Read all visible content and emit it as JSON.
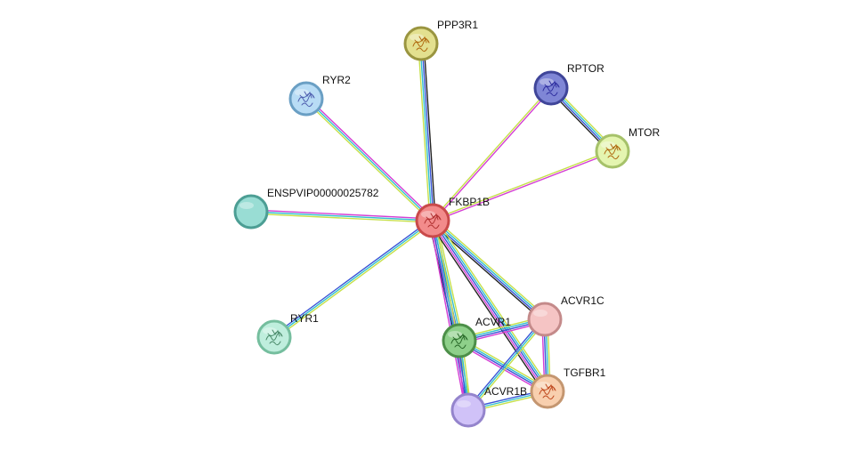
{
  "network": {
    "nodes": [
      {
        "id": "FKBP1B",
        "label": "FKBP1B",
        "fill": "#f28b8b",
        "ring": "#c94a4a",
        "has_structure": true,
        "glyph_color": "#b03030"
      },
      {
        "id": "PPP3R1",
        "label": "PPP3R1",
        "fill": "#e3e08f",
        "ring": "#9a9540",
        "has_structure": true,
        "glyph_color": "#b06a10"
      },
      {
        "id": "RYR2",
        "label": "RYR2",
        "fill": "#b8dcf5",
        "ring": "#6a9fc4",
        "has_structure": true,
        "glyph_color": "#5060b0"
      },
      {
        "id": "RPTOR",
        "label": "RPTOR",
        "fill": "#7f86d6",
        "ring": "#3f4599",
        "has_structure": true,
        "glyph_color": "#3030a0"
      },
      {
        "id": "MTOR",
        "label": "MTOR",
        "fill": "#e4f5b0",
        "ring": "#a6c26a",
        "has_structure": true,
        "glyph_color": "#b06a10"
      },
      {
        "id": "ENSPVIP00000025782",
        "label": "ENSPVIP00000025782",
        "fill": "#99ddd4",
        "ring": "#4c9e94",
        "has_structure": false,
        "glyph_color": ""
      },
      {
        "id": "RYR1",
        "label": "RYR1",
        "fill": "#bfeedd",
        "ring": "#75be9e",
        "has_structure": true,
        "glyph_color": "#4a8a6a"
      },
      {
        "id": "ACVR1C",
        "label": "ACVR1C",
        "fill": "#f5c4c4",
        "ring": "#c48a8a",
        "has_structure": false,
        "glyph_color": ""
      },
      {
        "id": "ACVR1",
        "label": "ACVR1",
        "fill": "#8ed08a",
        "ring": "#4c8f48",
        "has_structure": true,
        "glyph_color": "#2a6a2a"
      },
      {
        "id": "TGFBR1",
        "label": "TGFBR1",
        "fill": "#f8cfae",
        "ring": "#c49670",
        "has_structure": true,
        "glyph_color": "#c04a20"
      },
      {
        "id": "ACVR1B",
        "label": "ACVR1B",
        "fill": "#d0c2f8",
        "ring": "#9484cc",
        "has_structure": false,
        "glyph_color": ""
      }
    ],
    "edges": [
      {
        "source": "FKBP1B",
        "target": "PPP3R1",
        "colors": [
          "#c6e04a",
          "#33bfcf",
          "#3a55d6",
          "#222222"
        ]
      },
      {
        "source": "FKBP1B",
        "target": "RYR2",
        "colors": [
          "#c6e04a",
          "#33bfcf",
          "#d43fd4"
        ]
      },
      {
        "source": "FKBP1B",
        "target": "RPTOR",
        "colors": [
          "#c6e04a",
          "#d43fd4"
        ]
      },
      {
        "source": "FKBP1B",
        "target": "MTOR",
        "colors": [
          "#c6e04a",
          "#d43fd4"
        ]
      },
      {
        "source": "FKBP1B",
        "target": "ENSPVIP00000025782",
        "colors": [
          "#c6e04a",
          "#33bfcf",
          "#d43fd4"
        ]
      },
      {
        "source": "FKBP1B",
        "target": "RYR1",
        "colors": [
          "#c6e04a",
          "#33bfcf",
          "#3a55d6"
        ]
      },
      {
        "source": "FKBP1B",
        "target": "ACVR1",
        "colors": [
          "#c6e04a",
          "#33bfcf",
          "#3a55d6",
          "#d43fd4",
          "#222222"
        ]
      },
      {
        "source": "FKBP1B",
        "target": "ACVR1C",
        "colors": [
          "#c6e04a",
          "#33bfcf",
          "#3a55d6",
          "#222222"
        ]
      },
      {
        "source": "FKBP1B",
        "target": "TGFBR1",
        "colors": [
          "#c6e04a",
          "#33bfcf",
          "#3a55d6",
          "#d43fd4",
          "#222222"
        ]
      },
      {
        "source": "FKBP1B",
        "target": "ACVR1B",
        "colors": [
          "#c6e04a",
          "#33bfcf",
          "#3a55d6",
          "#d43fd4"
        ]
      },
      {
        "source": "RPTOR",
        "target": "MTOR",
        "colors": [
          "#c6e04a",
          "#33bfcf",
          "#3a55d6",
          "#222222"
        ]
      },
      {
        "source": "ACVR1",
        "target": "ACVR1C",
        "colors": [
          "#c6e04a",
          "#33bfcf",
          "#3a55d6",
          "#d43fd4"
        ]
      },
      {
        "source": "ACVR1",
        "target": "TGFBR1",
        "colors": [
          "#c6e04a",
          "#33bfcf",
          "#3a55d6",
          "#d43fd4"
        ]
      },
      {
        "source": "ACVR1",
        "target": "ACVR1B",
        "colors": [
          "#c6e04a",
          "#33bfcf",
          "#3a55d6",
          "#d43fd4"
        ]
      },
      {
        "source": "ACVR1C",
        "target": "TGFBR1",
        "colors": [
          "#c6e04a",
          "#33bfcf",
          "#3a55d6",
          "#d43fd4"
        ]
      },
      {
        "source": "ACVR1C",
        "target": "ACVR1B",
        "colors": [
          "#c6e04a",
          "#33bfcf",
          "#3a55d6"
        ]
      },
      {
        "source": "TGFBR1",
        "target": "ACVR1B",
        "colors": [
          "#c6e04a",
          "#33bfcf",
          "#3a55d6"
        ]
      }
    ]
  }
}
